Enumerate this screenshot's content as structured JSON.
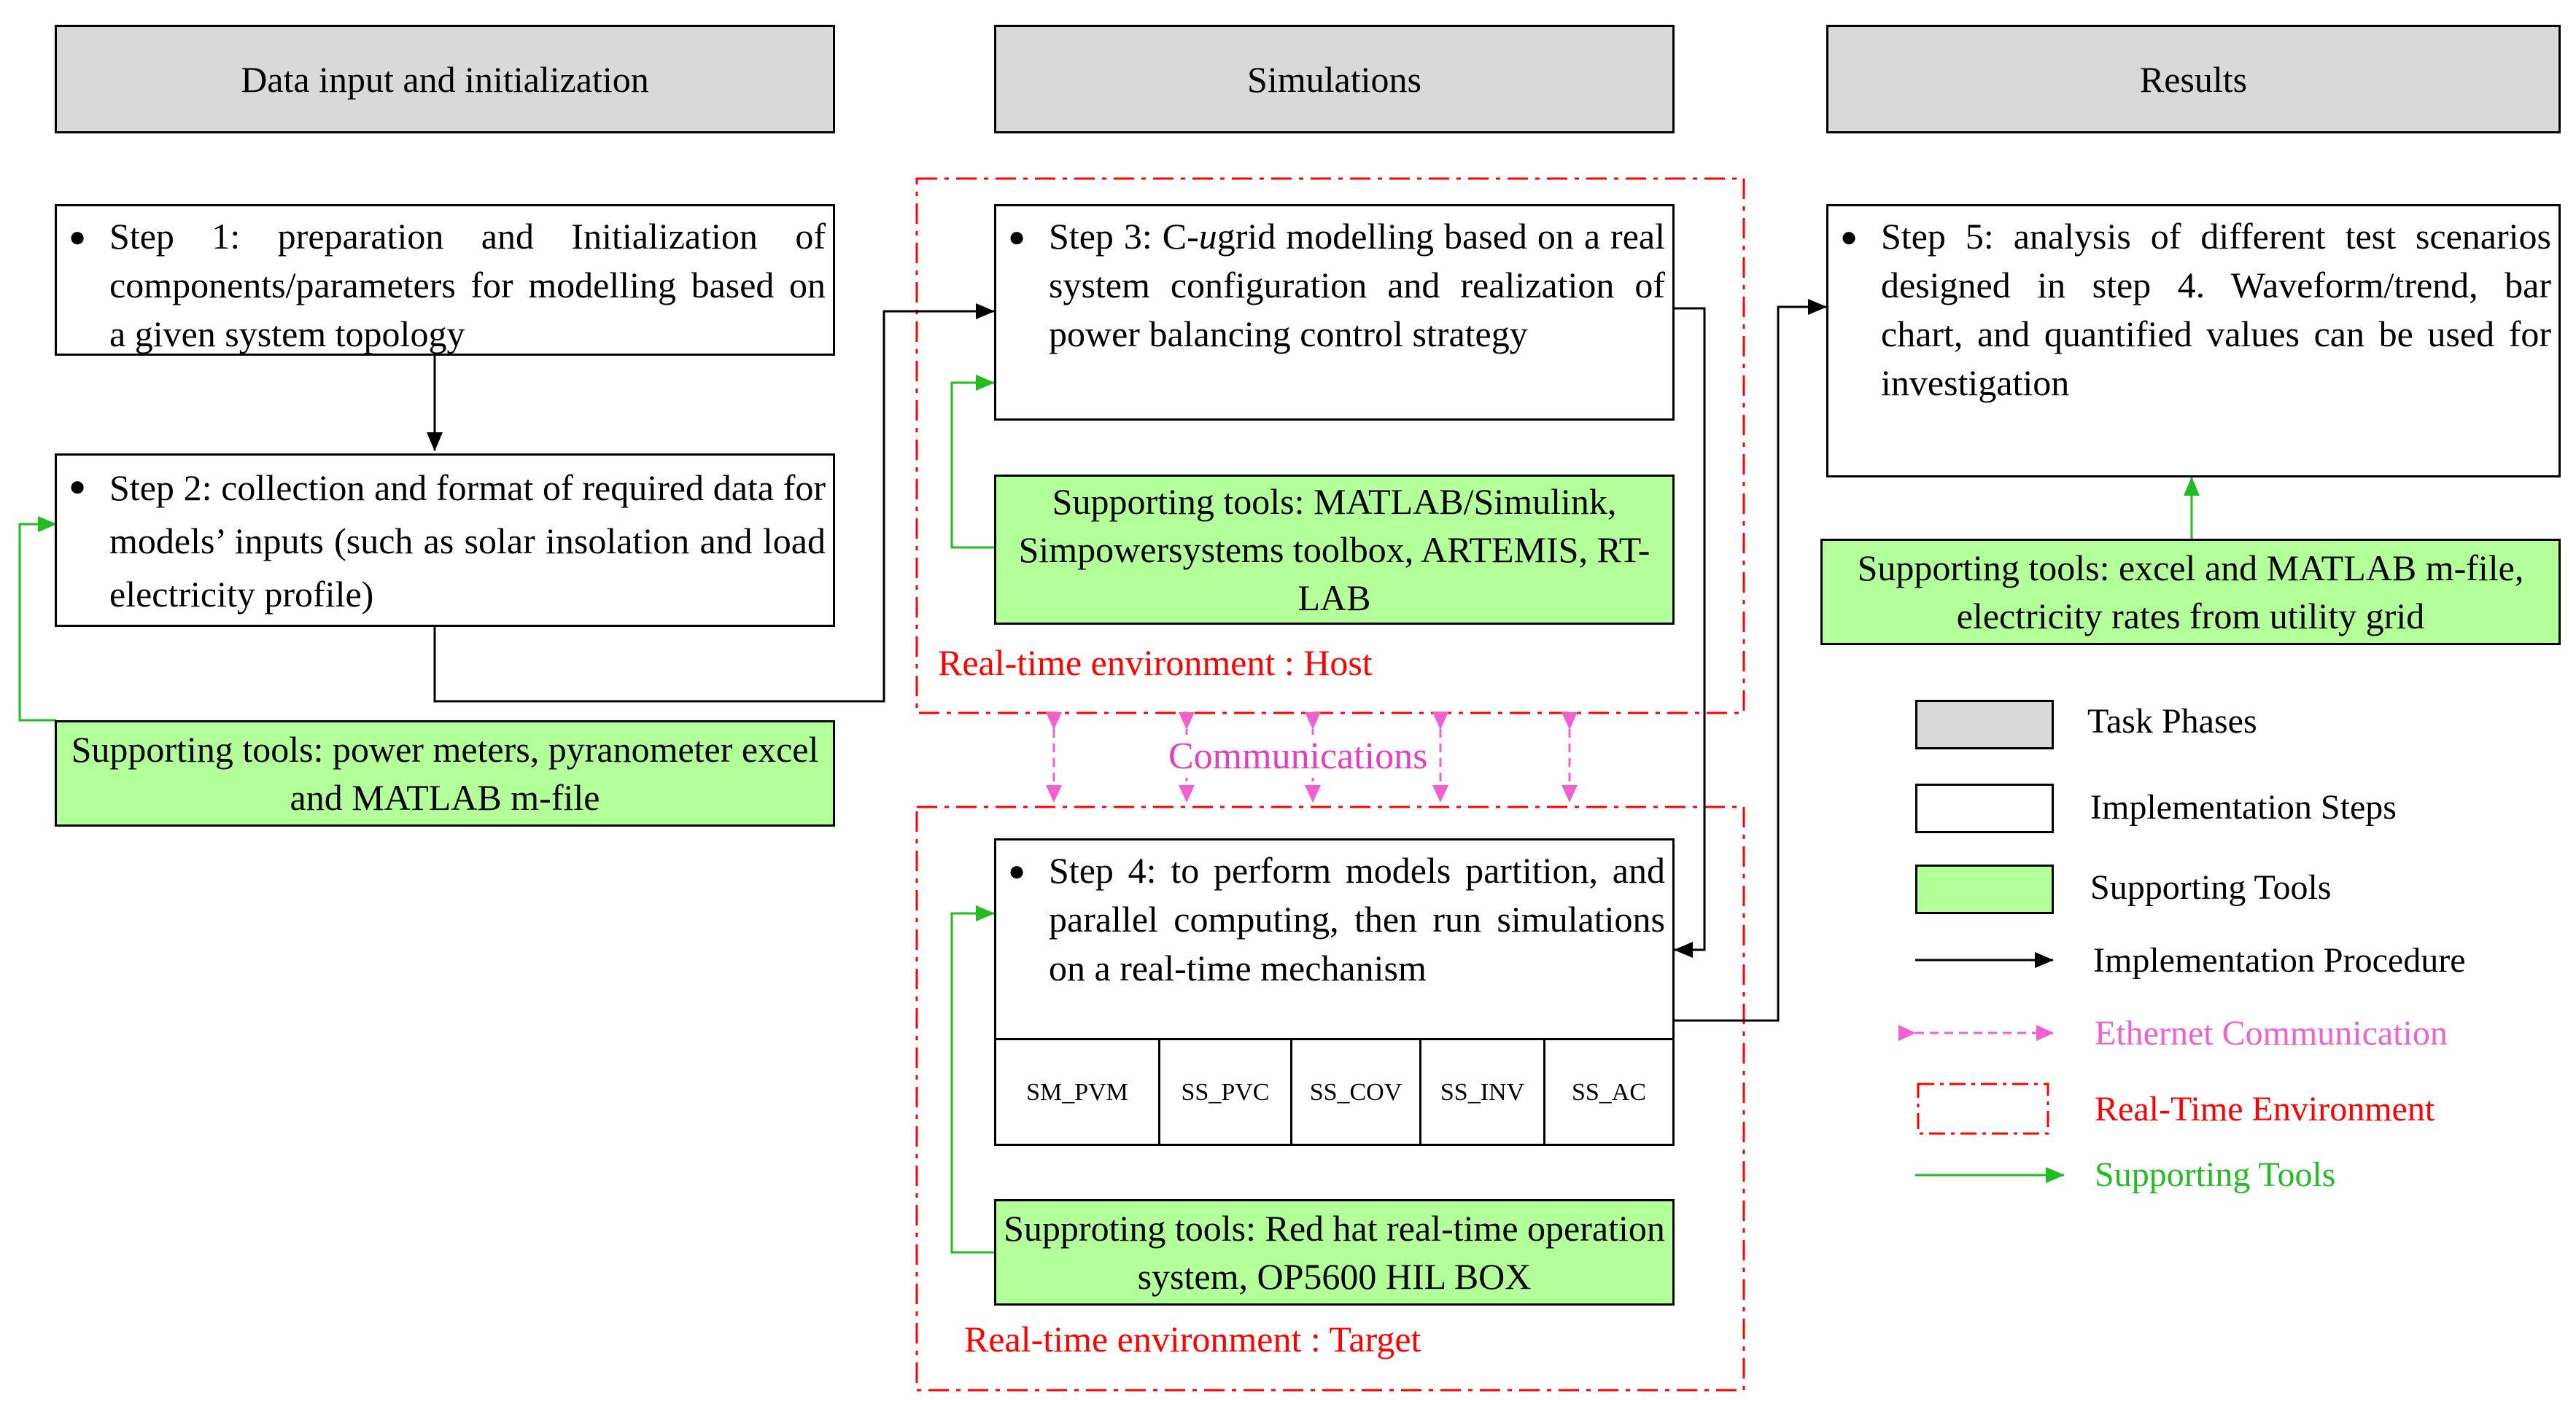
{
  "phases": {
    "input": "Data input and initialization",
    "simulations": "Simulations",
    "results": "Results"
  },
  "steps": {
    "step1": "Step 1: preparation and Initialization of components/parameters for modelling based on a given system topology",
    "step2": "Step 2: collection and format of required data for models’  inputs (such as solar insolation and load electricity profile)",
    "step3_pre": "Step 3: C-",
    "step3_italic": "u",
    "step3_post": "grid modelling based on a real system configuration and realization of power balancing control strategy",
    "step4": "Step 4: to perform models partition, and parallel computing, then run simulations on a real-time mechanism",
    "step5": "Step 5: analysis of different test scenarios designed in step 4. Waveform/trend, bar chart, and quantified values can be used for investigation"
  },
  "modules": [
    "SM_PVM",
    "SS_PVC",
    "SS_COV",
    "SS_INV",
    "SS_AC"
  ],
  "tools": {
    "tool1": "Supporting tools: power meters, pyranometer excel and MATLAB m-file",
    "tool3": "Supporting tools: MATLAB/Simulink, Simpowersystems toolbox, ARTEMIS, RT-LAB",
    "tool4": "Supproting tools: Red hat real-time operation system, OP5600 HIL BOX",
    "tool5": "Supporting tools: excel and MATLAB m-file, electricity rates from utility grid"
  },
  "environments": {
    "host": "Real-time environment : Host",
    "target": "Real-time environment : Target",
    "communications": "Communications"
  },
  "legend": {
    "task_phases": "Task Phases",
    "implementation_steps": "Implementation Steps",
    "supporting_tools_box": "Supporting Tools",
    "implementation_procedure": "Implementation Procedure",
    "ethernet_communication": "Ethernet Communication",
    "real_time_environment": "Real-Time Environment",
    "supporting_tools_arrow": "Supporting Tools"
  },
  "colors": {
    "phase_fill": "#d9d9d9",
    "tool_fill": "#b3ff99",
    "environment_red": "#ff0000",
    "ethernet_pink": "#f060d0",
    "support_green": "#22bb22"
  }
}
